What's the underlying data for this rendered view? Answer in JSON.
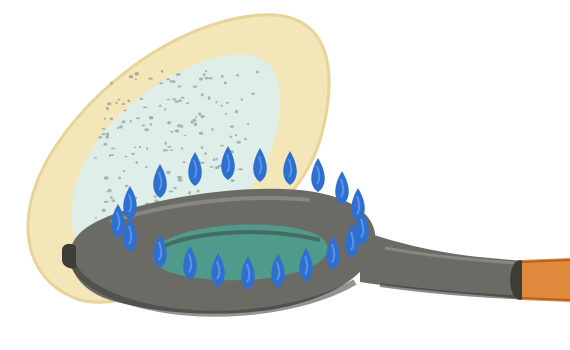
{
  "colors": {
    "background": "#ffffff",
    "rim": "#f3e7b9",
    "rim_edge": "#e6d498",
    "mesh": "#dfeee8",
    "mesh_speckle": "#6f8a86",
    "burner_body": "#6b6b66",
    "burner_shadow": "#3c3c39",
    "burner_highlight": "#9a9a92",
    "inner_hole": "#4f9a8a",
    "flame": "#2f6fd0",
    "flame_highlight": "#6aa3ee",
    "gas_hose": "#e0883c",
    "hose_edge": "#b5621f"
  },
  "illustration": {
    "parts": [
      "reflector-rim",
      "wire-mesh",
      "burner-ring",
      "burner-pipe",
      "gas-hose",
      "flames"
    ]
  }
}
